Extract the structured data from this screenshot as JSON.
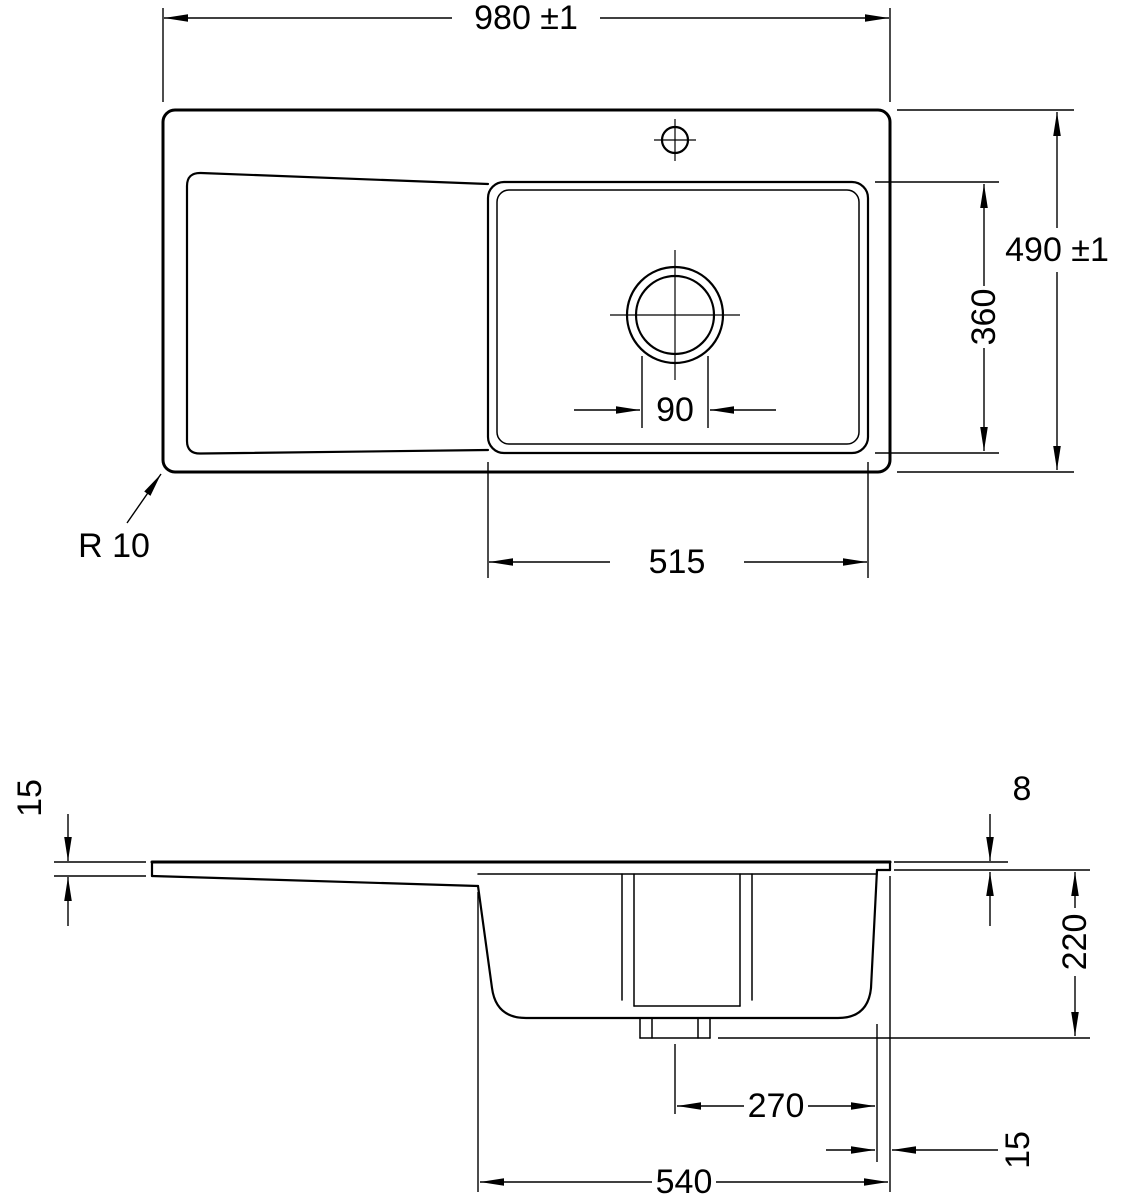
{
  "drawing": {
    "plan": {
      "overall_width": "980 ±1",
      "overall_depth": "490 ±1",
      "bowl_inner_depth": "360",
      "drain_diameter": "90",
      "bowl_inner_width": "515",
      "corner_radius": "R 10"
    },
    "section": {
      "rim_height_left": "15",
      "rim_height_right": "8",
      "bowl_depth": "220",
      "drain_to_wall": "270",
      "bowl_width": "540",
      "edge_offset_right": "15"
    }
  }
}
